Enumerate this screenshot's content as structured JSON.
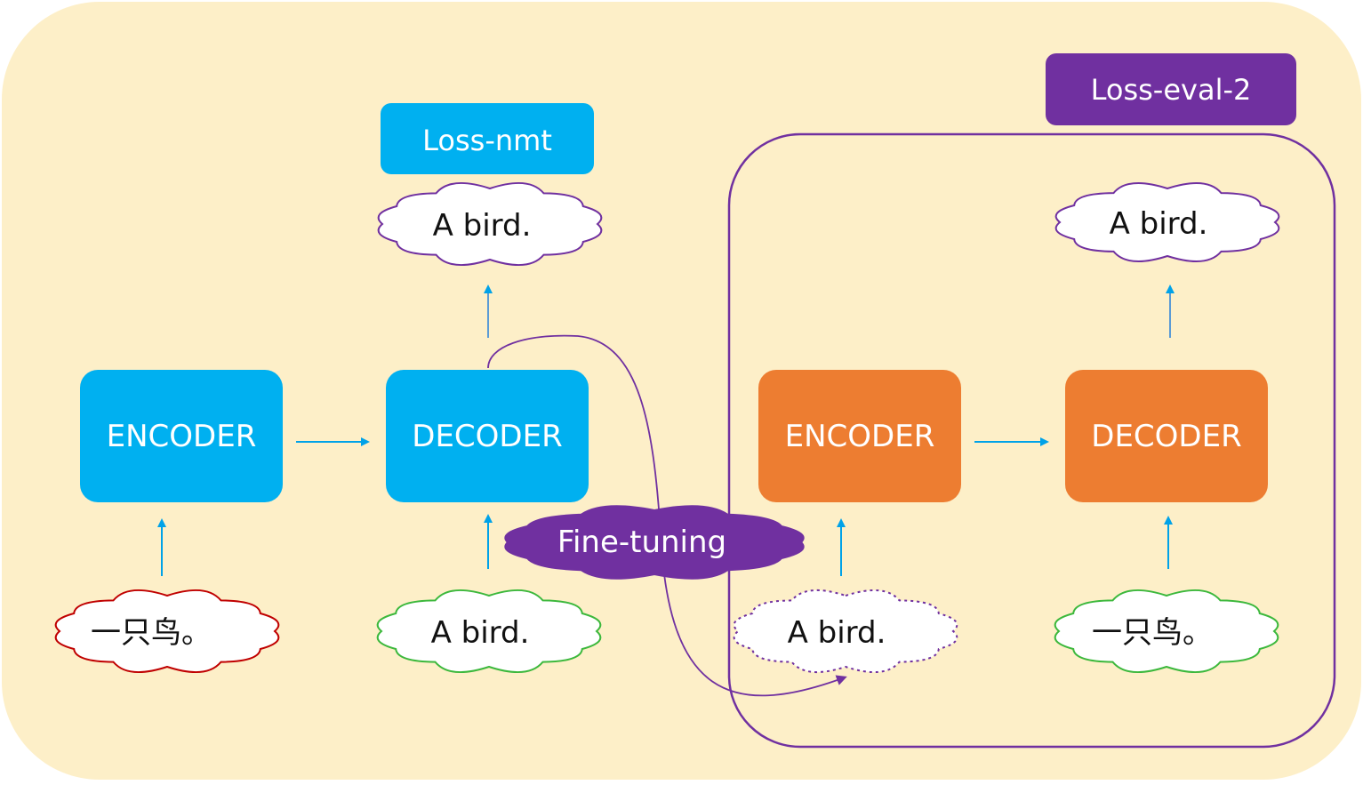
{
  "colors": {
    "background": "#FDEFC8",
    "blue": "#00B0F0",
    "orange": "#ED7D31",
    "purple": "#7030A0",
    "arrow": "#00A2E8",
    "red": "#C00000",
    "green": "#3CB83C",
    "white": "#FFFFFF",
    "text": "#111111"
  },
  "labels": {
    "loss_nmt": "Loss-nmt",
    "loss_eval": "Loss-eval-2",
    "fine_tuning": "Fine-tuning"
  },
  "left_model": {
    "encoder_label": "ENCODER",
    "decoder_label": "DECODER",
    "encoder_input": "一只鸟。",
    "decoder_input": "A bird.",
    "decoder_output": "A bird."
  },
  "right_model": {
    "encoder_label": "ENCODER",
    "decoder_label": "DECODER",
    "encoder_input": "A bird.",
    "decoder_input": "一只鸟。",
    "decoder_output": "A bird."
  }
}
